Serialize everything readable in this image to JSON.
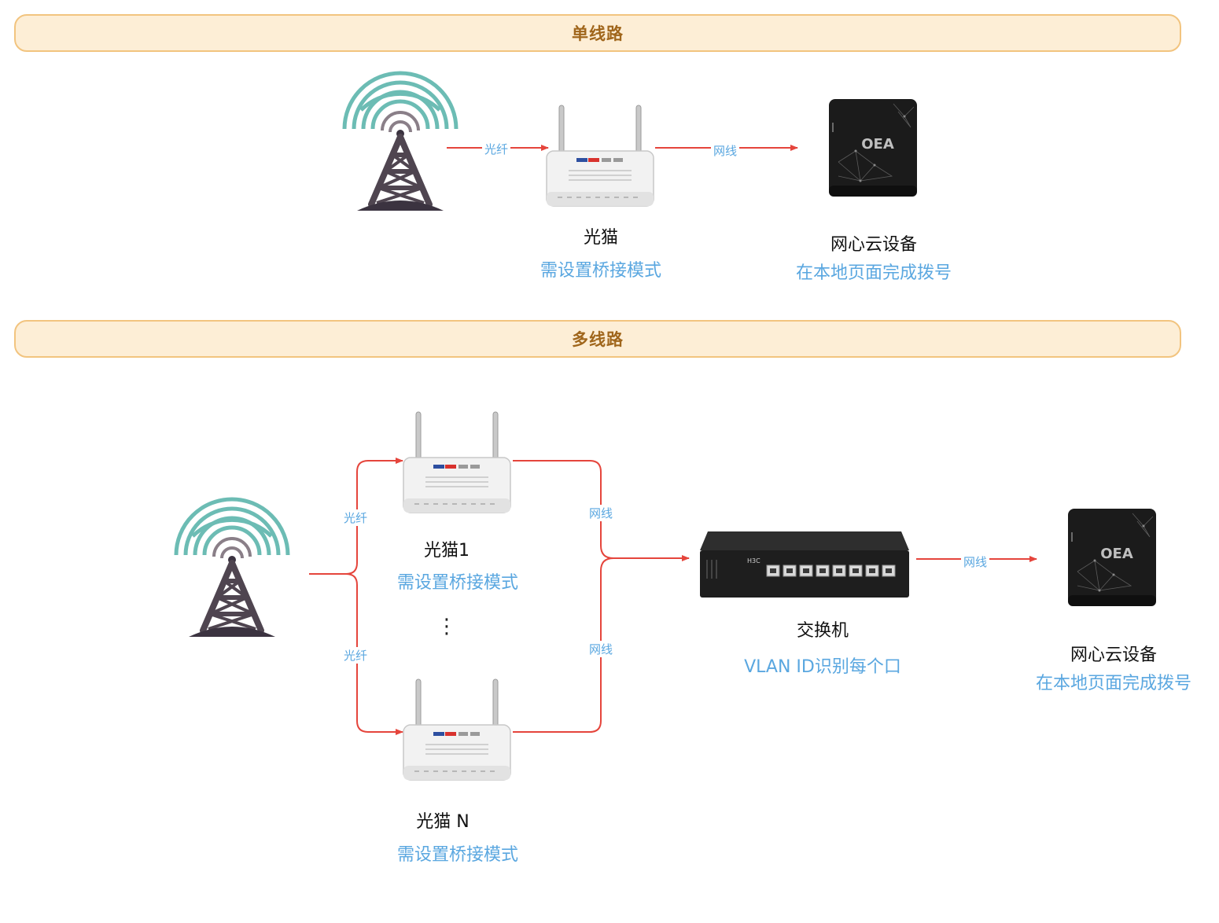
{
  "sections": {
    "single": {
      "title": "单线路"
    },
    "multi": {
      "title": "多线路"
    }
  },
  "single": {
    "link_fiber": "光纤",
    "link_cable": "网线",
    "modem": {
      "name": "光猫",
      "note": "需设置桥接模式"
    },
    "device": {
      "name": "网心云设备",
      "note": "在本地页面完成拨号"
    }
  },
  "multi": {
    "link_fiber_top": "光纤",
    "link_fiber_bottom": "光纤",
    "link_cable_top": "网线",
    "link_cable_bottom": "网线",
    "link_cable_out": "网线",
    "modem1": {
      "name": "光猫1",
      "note": "需设置桥接模式"
    },
    "modemN": {
      "name": "光猫 N",
      "note": "需设置桥接模式"
    },
    "ellipsis": "⋮",
    "switch": {
      "name": "交换机",
      "note": "VLAN ID识别每个口"
    },
    "device": {
      "name": "网心云设备",
      "note": "在本地页面完成拨号"
    }
  },
  "colors": {
    "arrow": "#e5453c",
    "signal": "#6cbcb4",
    "tower": "#4f4550",
    "note_text": "#5aa7e0",
    "banner_fill": "#fdeed6",
    "banner_border": "#f2c47f",
    "banner_text": "#a0661c"
  },
  "icons": {
    "tower": "cell-tower-icon",
    "modem": "optical-modem-icon",
    "switch": "network-switch-icon",
    "device": "cloud-box-icon"
  }
}
